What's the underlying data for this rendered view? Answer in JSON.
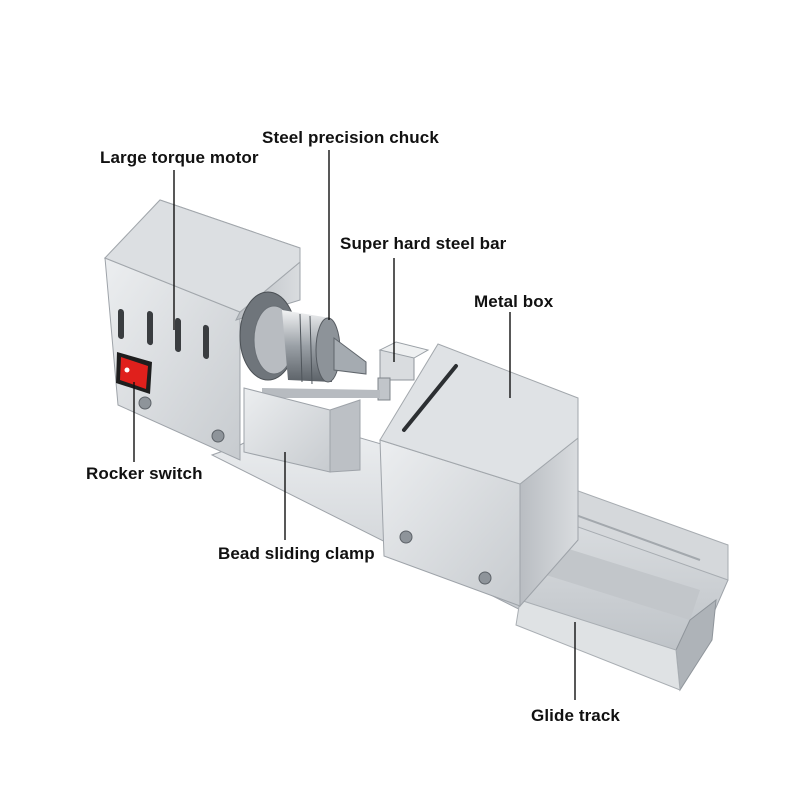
{
  "labels": {
    "steel_precision_chuck": "Steel precision chuck",
    "large_torque_motor": "Large torque motor",
    "super_hard_steel_bar": "Super hard steel bar",
    "metal_box": "Metal box",
    "rocker_switch": "Rocker switch",
    "bead_sliding_clamp": "Bead sliding clamp",
    "glide_track": "Glide track"
  },
  "colors": {
    "background": "#ffffff",
    "metal_light": "#e4e6e8",
    "metal_mid": "#c9ccd0",
    "metal_dark": "#9da2a8",
    "switch_red": "#e0201c",
    "leader_line": "#111111"
  },
  "icons": {
    "switch": "rocker-switch-icon",
    "screw": "screw-icon"
  }
}
